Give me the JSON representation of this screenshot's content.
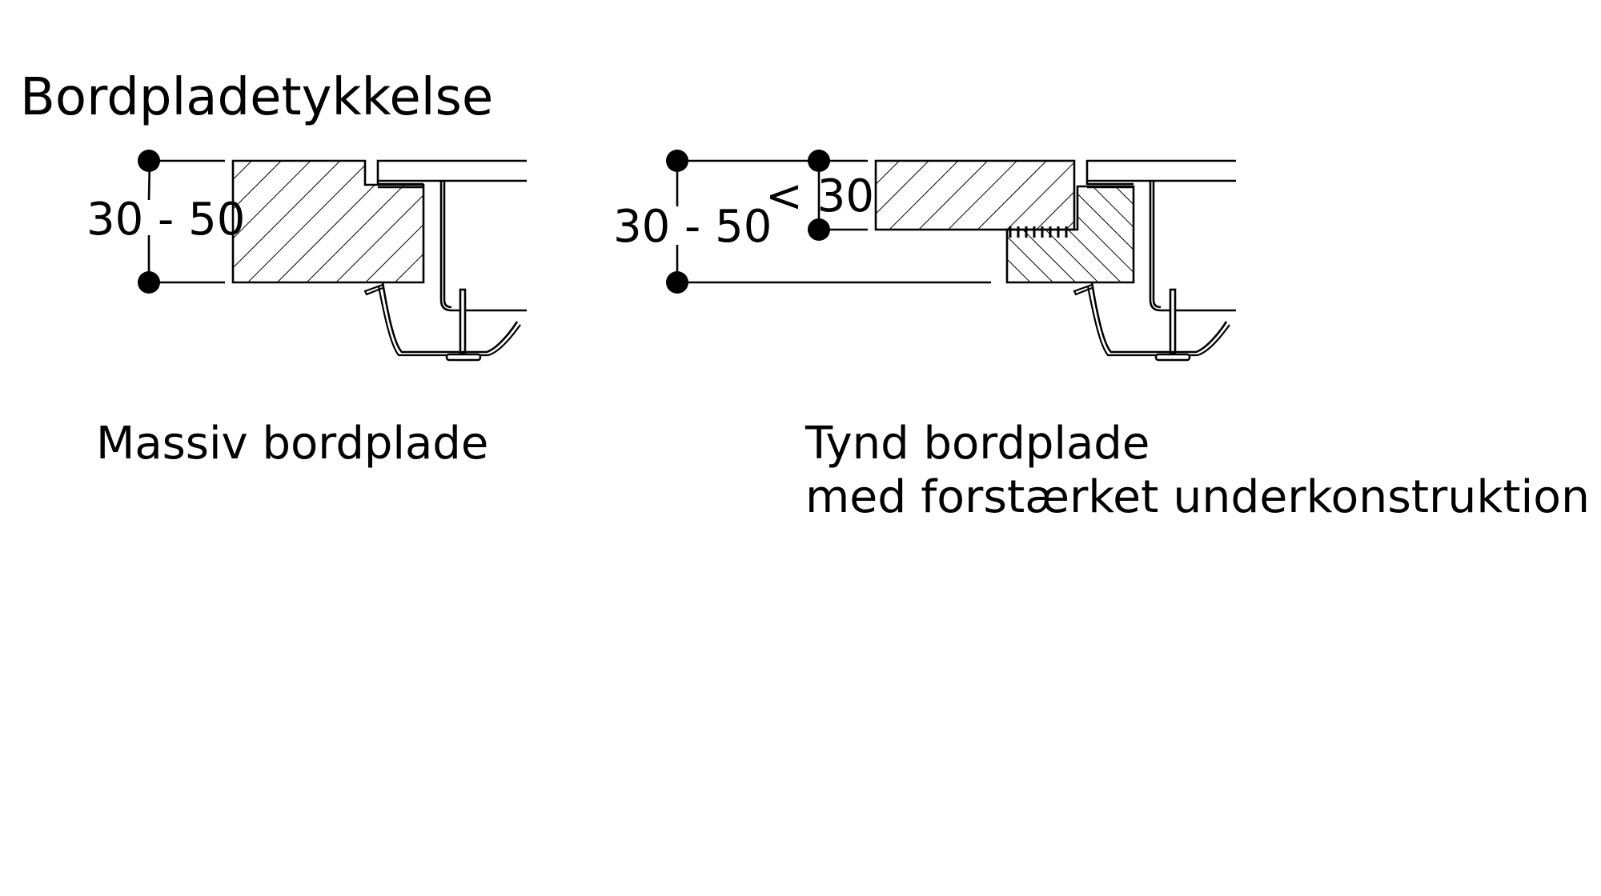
{
  "title": "Bordpladetykkelse",
  "left_diagram": {
    "dimension_label": "30 - 50",
    "caption": "Massiv bordplade"
  },
  "right_diagram": {
    "outer_dimension_label": "30 - 50",
    "inner_dimension_label": "< 30",
    "caption_line1": "Tynd bordplade",
    "caption_line2": "med forstærket underkonstruktion"
  },
  "colors": {
    "ink": "#000000",
    "background": "#ffffff"
  }
}
